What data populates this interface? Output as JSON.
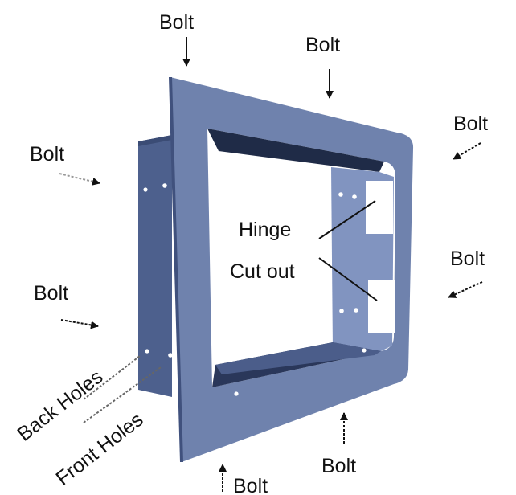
{
  "colors": {
    "frame_front": "#6f82ad",
    "frame_side": "#4d608d",
    "frame_shadow": "#243150",
    "frame_inner": "#8294bf",
    "hole": "#ffffff",
    "arrow": "#111111"
  },
  "labels": {
    "bolt_top_left": "Bolt",
    "bolt_top_center": "Bolt",
    "bolt_top_right": "Bolt",
    "bolt_left_upper": "Bolt",
    "bolt_right_middle": "Bolt",
    "bolt_left_lower": "Bolt",
    "bolt_bottom_right": "Bolt",
    "bolt_bottom_center": "Bolt",
    "hinge": "Hinge",
    "cut_out": "Cut out",
    "back_holes": "Back Holes",
    "front_holes": "Front Holes"
  }
}
